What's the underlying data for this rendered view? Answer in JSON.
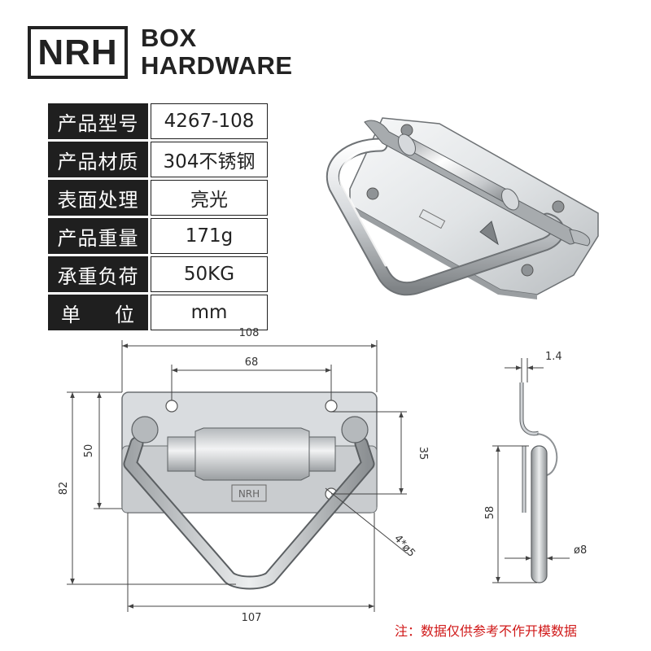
{
  "brand": {
    "logo_text": "NRH",
    "line1": "BOX",
    "line2": "HARDWARE"
  },
  "spec_table": [
    {
      "label": "产品型号",
      "value": "4267-108"
    },
    {
      "label": "产品材质",
      "value": "304不锈钢"
    },
    {
      "label": "表面处理",
      "value": "亮光"
    },
    {
      "label": "产品重量",
      "value": "171g"
    },
    {
      "label": "承重负荷",
      "value": "50KG"
    },
    {
      "label_left": "单",
      "label_right": "位",
      "value": "mm"
    }
  ],
  "dimensions": {
    "overall_width": "108",
    "hole_spacing": "68",
    "plate_height": "50",
    "overall_height": "82",
    "hole_to_bottom": "35",
    "hole_callout": "4*ø5",
    "bottom_width": "107",
    "side_thickness": "1.4",
    "side_height": "58",
    "rod_diameter": "ø8"
  },
  "plate_stamp": "NRH",
  "footer_note": "注：数据仅供参考不作开模数据",
  "colors": {
    "label_bg": "#1f1f1f",
    "note_red": "#d01818",
    "metal_light": "#f4f6f7",
    "metal_mid": "#c9cccf",
    "metal_dark": "#8a8d90",
    "dim_line": "#555555"
  }
}
